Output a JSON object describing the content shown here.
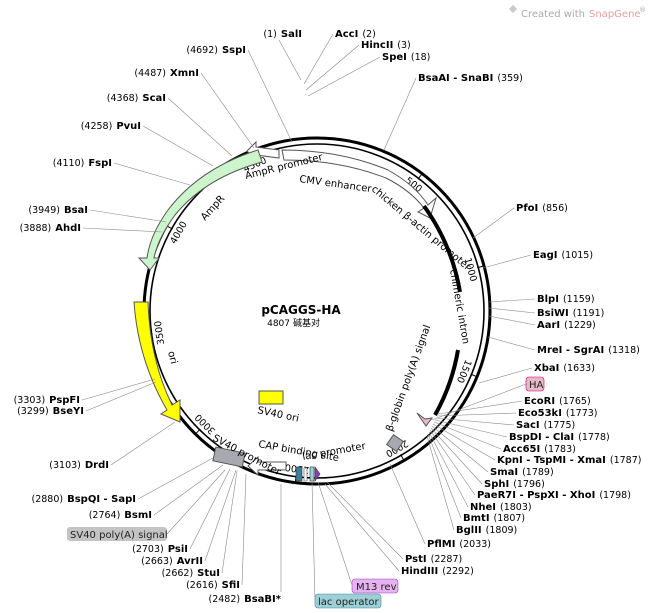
{
  "watermark": {
    "prefix": "Created with ",
    "brand": "SnapGene",
    "mark": "®"
  },
  "plasmid": {
    "name": "pCAGGS-HA",
    "length": "4807",
    "unit": "碱基对"
  },
  "sites_right": [
    {
      "name": "SalI",
      "pos": "(1)"
    },
    {
      "name": "AccI",
      "pos": "(2)"
    },
    {
      "name": "HincII",
      "pos": "(3)"
    },
    {
      "name": "SpeI",
      "pos": "(18)"
    },
    {
      "name": "BsaAI - SnaBI",
      "pos": "(359)"
    },
    {
      "name": "PfoI",
      "pos": "(856)"
    },
    {
      "name": "EagI",
      "pos": "(1015)"
    },
    {
      "name": "BlpI",
      "pos": "(1159)"
    },
    {
      "name": "BsiWI",
      "pos": "(1191)"
    },
    {
      "name": "AarI",
      "pos": "(1229)"
    },
    {
      "name": "MreI - SgrAI",
      "pos": "(1318)"
    },
    {
      "name": "XbaI",
      "pos": "(1633)"
    },
    {
      "name": "EcoRI",
      "pos": "(1765)"
    },
    {
      "name": "Eco53kI",
      "pos": "(1773)"
    },
    {
      "name": "SacI",
      "pos": "(1775)"
    },
    {
      "name": "BspDI - ClaI",
      "pos": "(1778)"
    },
    {
      "name": "Acc65I",
      "pos": "(1783)"
    },
    {
      "name": "KpnI - TspMI - XmaI",
      "pos": "(1787)"
    },
    {
      "name": "SmaI",
      "pos": "(1789)"
    },
    {
      "name": "SphI",
      "pos": "(1796)"
    },
    {
      "name": "PaeR7I - PspXI - XhoI",
      "pos": "(1798)"
    },
    {
      "name": "NheI",
      "pos": "(1803)"
    },
    {
      "name": "BmtI",
      "pos": "(1807)"
    },
    {
      "name": "BglII",
      "pos": "(1809)"
    },
    {
      "name": "PflMI",
      "pos": "(2033)"
    },
    {
      "name": "PstI",
      "pos": "(2287)"
    },
    {
      "name": "HindIII",
      "pos": "(2292)"
    }
  ],
  "sites_left": [
    {
      "name": "SspI",
      "pos": "(4692)"
    },
    {
      "name": "XmnI",
      "pos": "(4487)"
    },
    {
      "name": "ScaI",
      "pos": "(4368)"
    },
    {
      "name": "PvuI",
      "pos": "(4258)"
    },
    {
      "name": "FspI",
      "pos": "(4110)"
    },
    {
      "name": "BsaI",
      "pos": "(3949)"
    },
    {
      "name": "AhdI",
      "pos": "(3888)"
    },
    {
      "name": "PspFI",
      "pos": "(3303)"
    },
    {
      "name": "BseYI",
      "pos": "(3299)"
    },
    {
      "name": "DrdI",
      "pos": "(3103)"
    },
    {
      "name": "BspQI - SapI",
      "pos": "(2880)"
    },
    {
      "name": "BsmI",
      "pos": "(2764)"
    },
    {
      "name": "PsiI",
      "pos": "(2703)"
    },
    {
      "name": "AvrII",
      "pos": "(2663)"
    },
    {
      "name": "StuI",
      "pos": "(2662)"
    },
    {
      "name": "SfiI",
      "pos": "(2616)"
    },
    {
      "name": "BsaBI*",
      "pos": "(2482)"
    }
  ],
  "features": {
    "ampr_promoter": "AmpR promoter",
    "cmv_enhancer": "CMV enhancer",
    "chicken_actin": "chicken β-actin promoter",
    "chimeric_intron": "chimeric intron",
    "beta_globin": "β-globin poly(A) signal",
    "ampr": "AmpR",
    "ori": "ori",
    "sv40_ori": "SV40 ori",
    "cap_binding": "CAP binding site",
    "sv40_promoter": "SV40 promoter",
    "lac_promoter": "lac promoter",
    "ha": "HA",
    "sv40_polya": "SV40 poly(A) signal",
    "m13_rev": "M13 rev",
    "lac_operator": "lac operator"
  },
  "ticks": [
    "500",
    "1000",
    "1500",
    "2000",
    "2500",
    "3000",
    "3500",
    "4000",
    "4500"
  ],
  "colors": {
    "ampr": "#ccf5cc",
    "ori": "#ffff00",
    "sv40_ori": "#ffff00",
    "promoter": "#ffffff",
    "polya": "#a8a8b0",
    "ha": "#e8b8c4",
    "m13": "#e6b3f0",
    "lacop": "#9ccfd6",
    "watermark_brand": "#e8a0a0"
  }
}
